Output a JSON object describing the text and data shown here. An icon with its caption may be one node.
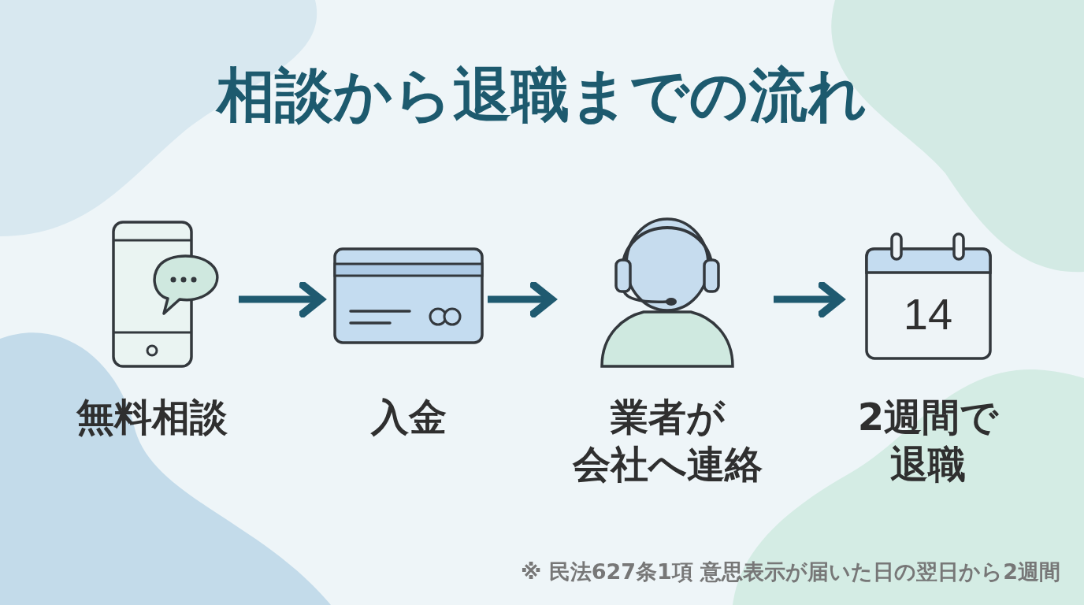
{
  "diagram": {
    "title": "相談から退職までの流れ",
    "nodes": [
      {
        "text": [
          "無料相談"
        ]
      },
      {
        "text": [
          "入金"
        ]
      },
      {
        "text": [
          "業者が",
          "会社へ連絡"
        ]
      },
      {
        "text": [
          "2週間で退職"
        ]
      }
    ],
    "edges": [
      {
        "from": 0,
        "to": 1,
        "arrow": "to"
      },
      {
        "from": 1,
        "to": 2,
        "arrow": "to"
      },
      {
        "from": 2,
        "to": 3,
        "arrow": "to"
      }
    ],
    "labels": [
      "14",
      "※ 民法627条1項 意思表示が届いた日の翌日から2週間"
    ]
  }
}
